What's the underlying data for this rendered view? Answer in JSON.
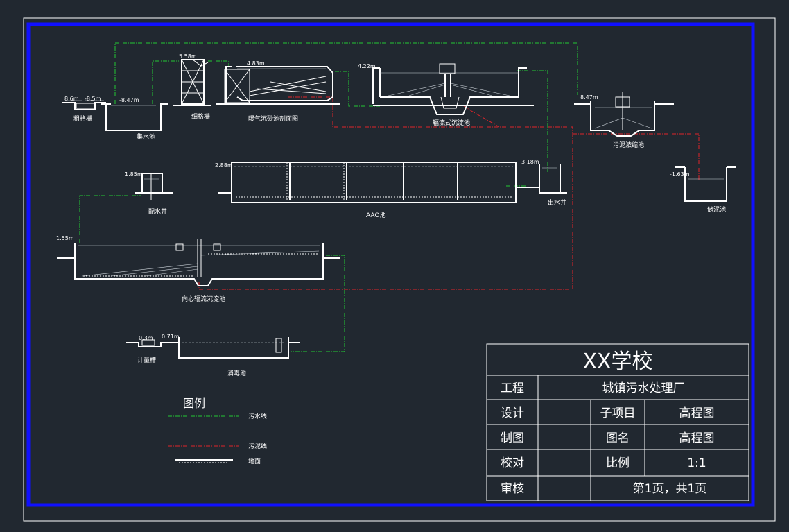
{
  "colors": {
    "background": "#212830",
    "outer_frame": "#ffffff",
    "inner_frame": "#1010ff",
    "sewage_line": "#22c834",
    "sludge_line": "#e0242a",
    "structure": "#ffffff"
  },
  "units": {
    "coarse_screen": {
      "name": "粗格栅",
      "level_a": "8.6m",
      "level_b": "-8.5m"
    },
    "collection_tank": {
      "name": "集水池",
      "level": "-8.47m"
    },
    "fine_screen": {
      "name": "细格栅",
      "level": "5.58m"
    },
    "aerated_grit_chamber": {
      "name": "曝气沉砂池剖面图",
      "level": "4.83m"
    },
    "radial_sedimentation": {
      "name": "辐流式沉淀池",
      "level": "4.22m"
    },
    "sludge_thickener": {
      "name": "污泥浓缩池",
      "level": "8.47m"
    },
    "sludge_tank": {
      "name": "储泥池",
      "level": "-1.63m"
    },
    "distribution_well": {
      "name": "配水井",
      "level": "1.85m"
    },
    "aao_tank": {
      "name": "AAO池",
      "level": "2.88m"
    },
    "outlet_well": {
      "name": "出水井",
      "level": "3.18m"
    },
    "secondary_clarifier": {
      "name": "向心辐流沉淀池",
      "level": "1.55m"
    },
    "metering_tank": {
      "name": "计量槽",
      "level": "0.3m"
    },
    "disinfection_tank": {
      "name": "消毒池",
      "level": "0.71m"
    }
  },
  "legend": {
    "title": "图例",
    "items": [
      {
        "label": "污水线",
        "line": "sewage"
      },
      {
        "label": "污泥线",
        "line": "sludge"
      },
      {
        "label": "地面",
        "line": "ground"
      }
    ]
  },
  "title_block": {
    "school": "XX学校",
    "row1": {
      "label": "工程",
      "value": "城镇污水处理厂"
    },
    "row2": {
      "label": "设计",
      "col3": "子项目",
      "col4": "高程图"
    },
    "row3": {
      "label": "制图",
      "col3": "图名",
      "col4": "高程图"
    },
    "row4": {
      "label": "校对",
      "col3": "比例",
      "col4": "1:1"
    },
    "row5": {
      "label": "审核",
      "value": "第1页，共1页"
    }
  }
}
